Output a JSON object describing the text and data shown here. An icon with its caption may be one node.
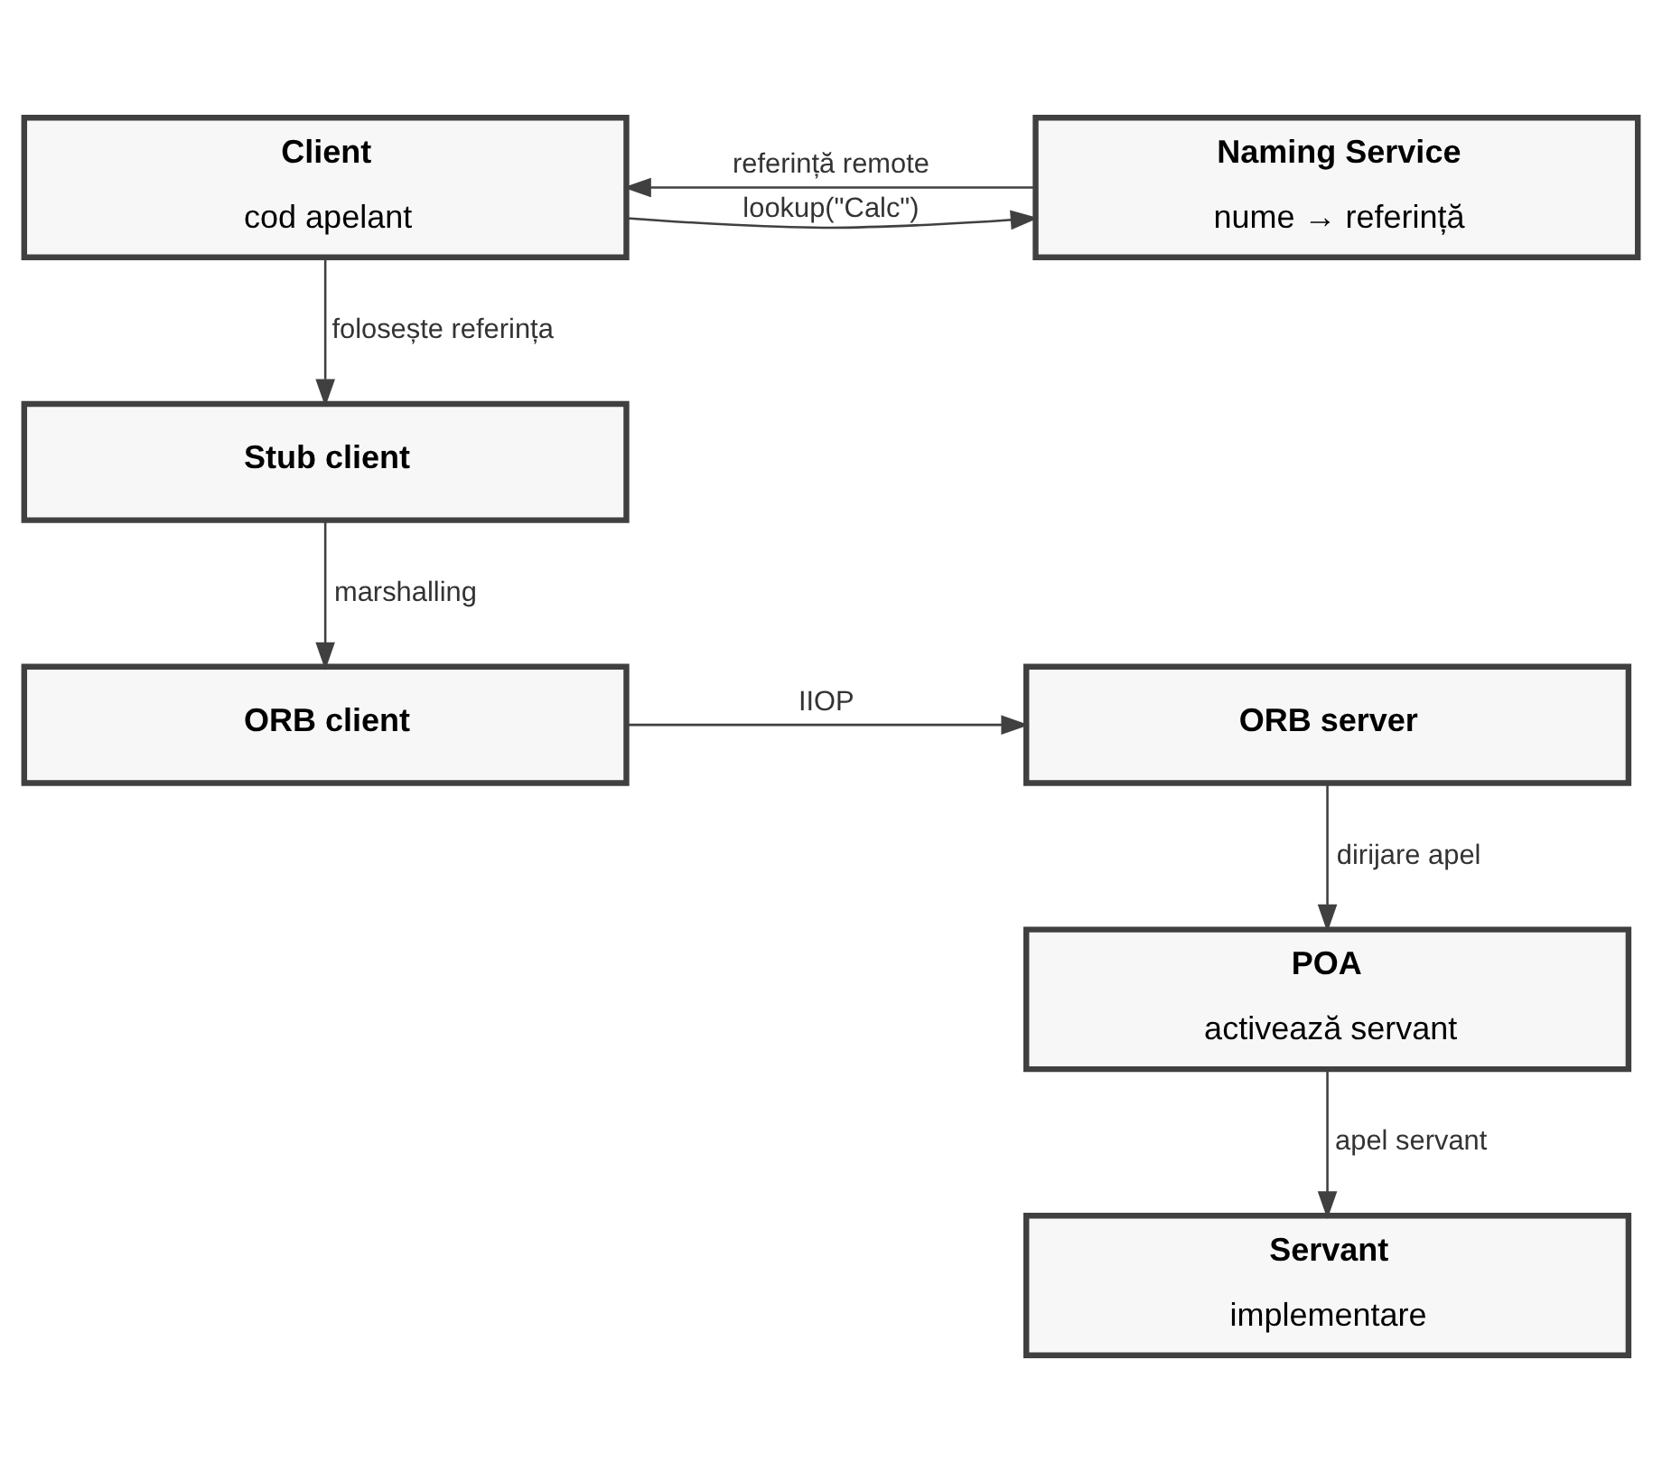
{
  "diagram": {
    "nodes": [
      {
        "text": [
          "Client",
          "cod apelant"
        ]
      },
      {
        "text": [
          "Naming Service",
          "nume → referință"
        ]
      },
      {
        "text": [
          "Stub client"
        ]
      },
      {
        "text": [
          "ORB client"
        ]
      },
      {
        "text": [
          "ORB server"
        ]
      },
      {
        "text": [
          "POA",
          "activează servant"
        ]
      },
      {
        "text": [
          "Servant",
          "implementare"
        ]
      }
    ],
    "edges": [
      {
        "from": 1,
        "to": 0,
        "arrow": "to",
        "label": "referință remote"
      },
      {
        "from": 0,
        "to": 1,
        "arrow": "to",
        "label": "lookup(\"Calc\")"
      },
      {
        "from": 0,
        "to": 2,
        "arrow": "to",
        "label": "folosește referința"
      },
      {
        "from": 2,
        "to": 3,
        "arrow": "to",
        "label": "marshalling"
      },
      {
        "from": 3,
        "to": 4,
        "arrow": "to",
        "label": "IIOP"
      },
      {
        "from": 4,
        "to": 5,
        "arrow": "to",
        "label": "dirijare apel"
      },
      {
        "from": 5,
        "to": 6,
        "arrow": "to",
        "label": "apel servant"
      }
    ]
  }
}
